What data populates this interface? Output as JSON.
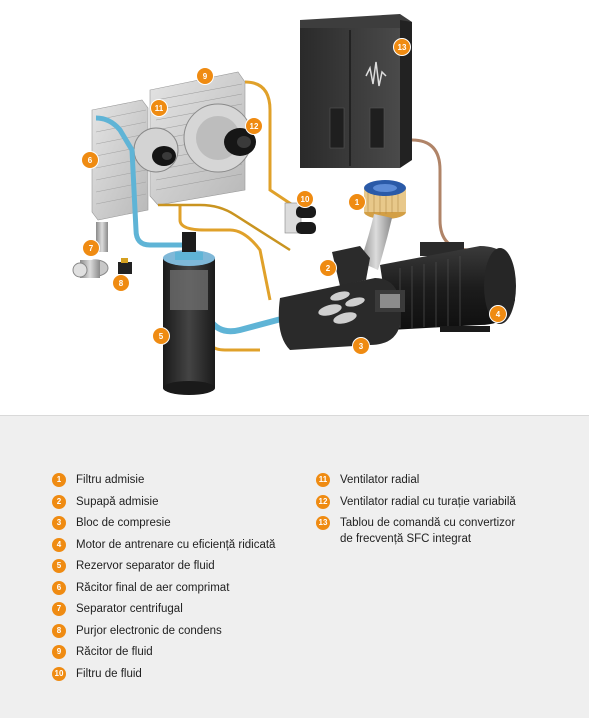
{
  "badge_color": "#ef8b12",
  "callouts": [
    {
      "num": "1"
    },
    {
      "num": "2"
    },
    {
      "num": "3"
    },
    {
      "num": "4"
    },
    {
      "num": "5"
    },
    {
      "num": "6"
    },
    {
      "num": "7"
    },
    {
      "num": "8"
    },
    {
      "num": "9"
    },
    {
      "num": "10"
    },
    {
      "num": "11"
    },
    {
      "num": "12"
    },
    {
      "num": "13"
    }
  ],
  "legend": {
    "left": [
      {
        "num": "1",
        "label": "Filtru admisie"
      },
      {
        "num": "2",
        "label": "Supapă admisie"
      },
      {
        "num": "3",
        "label": "Bloc de compresie"
      },
      {
        "num": "4",
        "label": "Motor de antrenare cu eficiență ridicată"
      },
      {
        "num": "5",
        "label": "Rezervor separator de fluid"
      },
      {
        "num": "6",
        "label": "Răcitor final de aer comprimat"
      },
      {
        "num": "7",
        "label": "Separator centrifugal"
      },
      {
        "num": "8",
        "label": "Purjor electronic de condens"
      },
      {
        "num": "9",
        "label": "Răcitor de fluid"
      },
      {
        "num": "10",
        "label": "Filtru de fluid"
      }
    ],
    "right": [
      {
        "num": "11",
        "label": "Ventilator radial"
      },
      {
        "num": "12",
        "label": "Ventilator radial cu turație variabilă"
      },
      {
        "num": "13",
        "label": "Tablou de comandă cu convertizor de frecvență SFC integrat"
      }
    ]
  }
}
